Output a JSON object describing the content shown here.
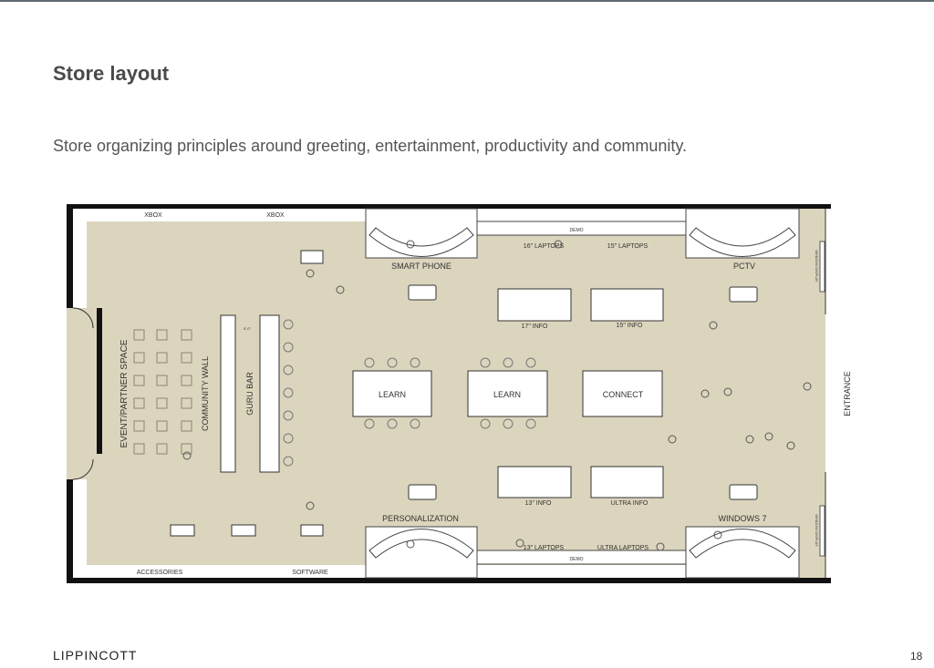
{
  "slide": {
    "title": "Store layout",
    "subtitle": "Store organizing principles around greeting, entertainment, productivity and community.",
    "brand": "LIPPINCOTT",
    "page_number": "18"
  },
  "floor_plan": {
    "colors": {
      "floor": "#dcd5bd",
      "wall": "#111111",
      "fixture": "#ffffff"
    },
    "zones": {
      "xbox_1": "XBOX",
      "xbox_2": "XBOX",
      "smart_phone": "SMART PHONE",
      "pctv": "PCTV",
      "personalization": "PERSONALIZATION",
      "windows7": "WINDOWS 7",
      "accessories": "ACCESSORIES",
      "software": "SOFTWARE",
      "entrance": "ENTRANCE",
      "event_space": "EVENT/PARTNER SPACE",
      "community_wall": "COMMUNITY WALL",
      "guru_bar": "GURU BAR",
      "guru_dim": "5'-0\"",
      "window_display_1": "WINDOW DISPLAY",
      "window_display_2": "WINDOW DISPLAY"
    },
    "tables": {
      "learn_1": "LEARN",
      "learn_2": "LEARN",
      "connect": "CONNECT",
      "info_17": "17\" INFO",
      "info_15": "15\" INFO",
      "info_13": "13\" INFO",
      "info_ultra": "ULTRA INFO",
      "demo": "DEMO"
    },
    "laptops": {
      "top_left": "16\" LAPTOPS",
      "top_right": "15\" LAPTOPS",
      "bottom_left": "13\" LAPTOPS",
      "bottom_right": "ULTRA LAPTOPS"
    }
  }
}
